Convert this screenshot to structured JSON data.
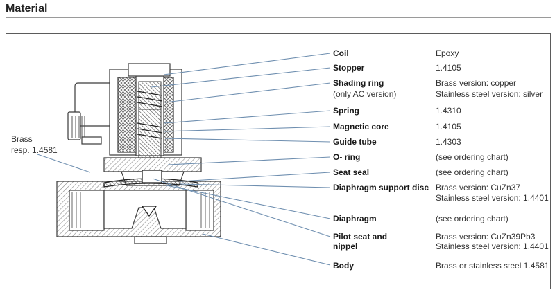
{
  "title": "Material",
  "side_label": {
    "line1": "Brass",
    "line2": "resp. 1.4581"
  },
  "parts": [
    {
      "name": "Coil",
      "material": [
        "Epoxy"
      ]
    },
    {
      "name": "Stopper",
      "material": [
        "1.4105"
      ]
    },
    {
      "name": "Shading ring",
      "sub": "(only AC version)",
      "material": [
        "Brass version: copper",
        "Stainless steel version: silver"
      ]
    },
    {
      "name": "Spring",
      "material": [
        "1.4310"
      ]
    },
    {
      "name": "Magnetic core",
      "material": [
        "1.4105"
      ]
    },
    {
      "name": "Guide tube",
      "material": [
        "1.4303"
      ]
    },
    {
      "name": "O- ring",
      "material": [
        "(see ordering chart)"
      ]
    },
    {
      "name": "Seat seal",
      "material": [
        "(see ordering chart)"
      ]
    },
    {
      "name": "Diaphragm support disc",
      "material": [
        "Brass version: CuZn37",
        "Stainless steel version: 1.4401"
      ]
    },
    {
      "name": "Diaphragm",
      "material": [
        "(see ordering chart)"
      ]
    },
    {
      "name": "Pilot seat and",
      "sub": "nippel",
      "material": [
        "Brass version: CuZn39Pb3",
        "Stainless steel version: 1.4401"
      ]
    },
    {
      "name": "Body",
      "material": [
        "Brass or stainless steel 1.4581"
      ]
    }
  ],
  "colors": {
    "leader": "#6f8fb0",
    "hatch": "#8a8a8a",
    "outline": "#3a3a3a"
  }
}
